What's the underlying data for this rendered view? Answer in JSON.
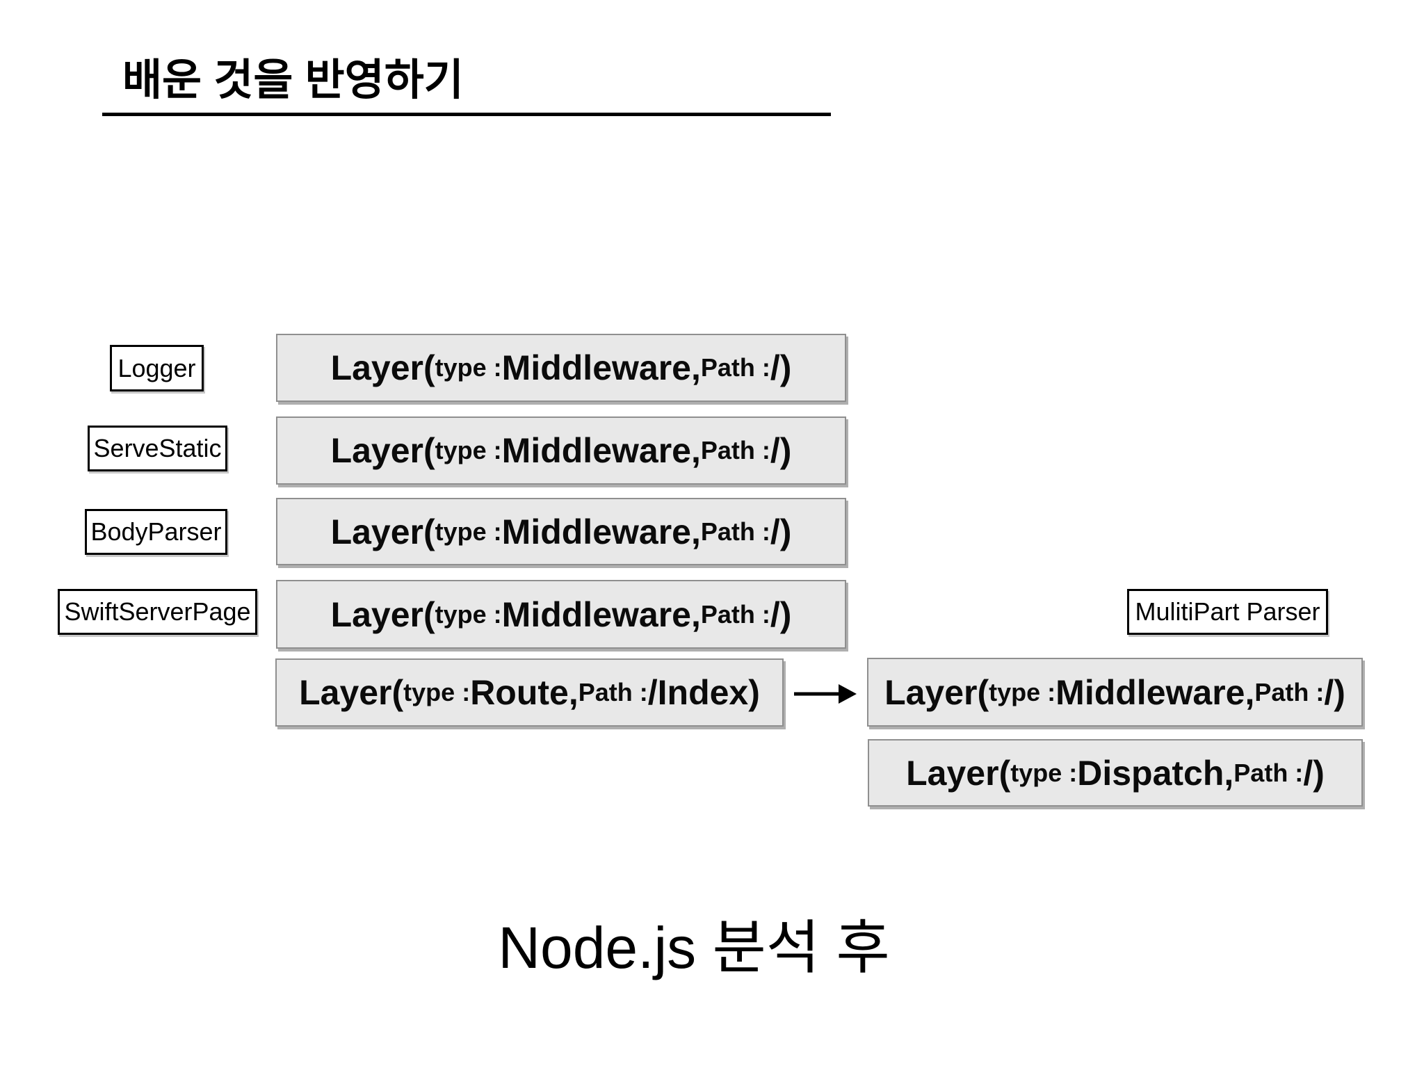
{
  "title": "배운 것을 반영하기",
  "caption": "Node.js 분석 후",
  "left_labels": [
    {
      "text": "Logger"
    },
    {
      "text": "ServeStatic"
    },
    {
      "text": "BodyParser"
    },
    {
      "text": "SwiftServerPage"
    }
  ],
  "right_label": {
    "text": "MulitiPart Parser"
  },
  "middle_rows": [
    {
      "segments": [
        {
          "text": "Layer(",
          "size": "lg"
        },
        {
          "text": "type : ",
          "size": "sm"
        },
        {
          "text": "Middleware,",
          "size": "lg"
        },
        {
          "text": " Path : ",
          "size": "sm"
        },
        {
          "text": "/)",
          "size": "lg"
        }
      ]
    },
    {
      "segments": [
        {
          "text": "Layer(",
          "size": "lg"
        },
        {
          "text": "type : ",
          "size": "sm"
        },
        {
          "text": "Middleware,",
          "size": "lg"
        },
        {
          "text": " Path : ",
          "size": "sm"
        },
        {
          "text": "/)",
          "size": "lg"
        }
      ]
    },
    {
      "segments": [
        {
          "text": "Layer(",
          "size": "lg"
        },
        {
          "text": "type : ",
          "size": "sm"
        },
        {
          "text": "Middleware,",
          "size": "lg"
        },
        {
          "text": " Path : ",
          "size": "sm"
        },
        {
          "text": "/)",
          "size": "lg"
        }
      ]
    },
    {
      "segments": [
        {
          "text": "Layer(",
          "size": "lg"
        },
        {
          "text": "type : ",
          "size": "sm"
        },
        {
          "text": "Middleware,",
          "size": "lg"
        },
        {
          "text": " Path : ",
          "size": "sm"
        },
        {
          "text": "/)",
          "size": "lg"
        }
      ]
    },
    {
      "segments": [
        {
          "text": "Layer(",
          "size": "lg"
        },
        {
          "text": "type : ",
          "size": "sm"
        },
        {
          "text": "Route,",
          "size": "lg"
        },
        {
          "text": " Path : ",
          "size": "sm"
        },
        {
          "text": "/Index)",
          "size": "lg"
        }
      ]
    }
  ],
  "right_rows": [
    {
      "segments": [
        {
          "text": "Layer(",
          "size": "lg"
        },
        {
          "text": "type : ",
          "size": "sm"
        },
        {
          "text": "Middleware,",
          "size": "lg"
        },
        {
          "text": " Path : ",
          "size": "sm"
        },
        {
          "text": "/)",
          "size": "lg"
        }
      ]
    },
    {
      "segments": [
        {
          "text": "Layer(",
          "size": "lg"
        },
        {
          "text": "type : ",
          "size": "sm"
        },
        {
          "text": "Dispatch,",
          "size": "lg"
        },
        {
          "text": " Path : ",
          "size": "sm"
        },
        {
          "text": "/)",
          "size": "lg"
        }
      ]
    }
  ],
  "colors": {
    "layer_fill": "#e8e8e8",
    "layer_border": "#8f8f8f",
    "label_border": "#000000",
    "text": "#111111"
  }
}
